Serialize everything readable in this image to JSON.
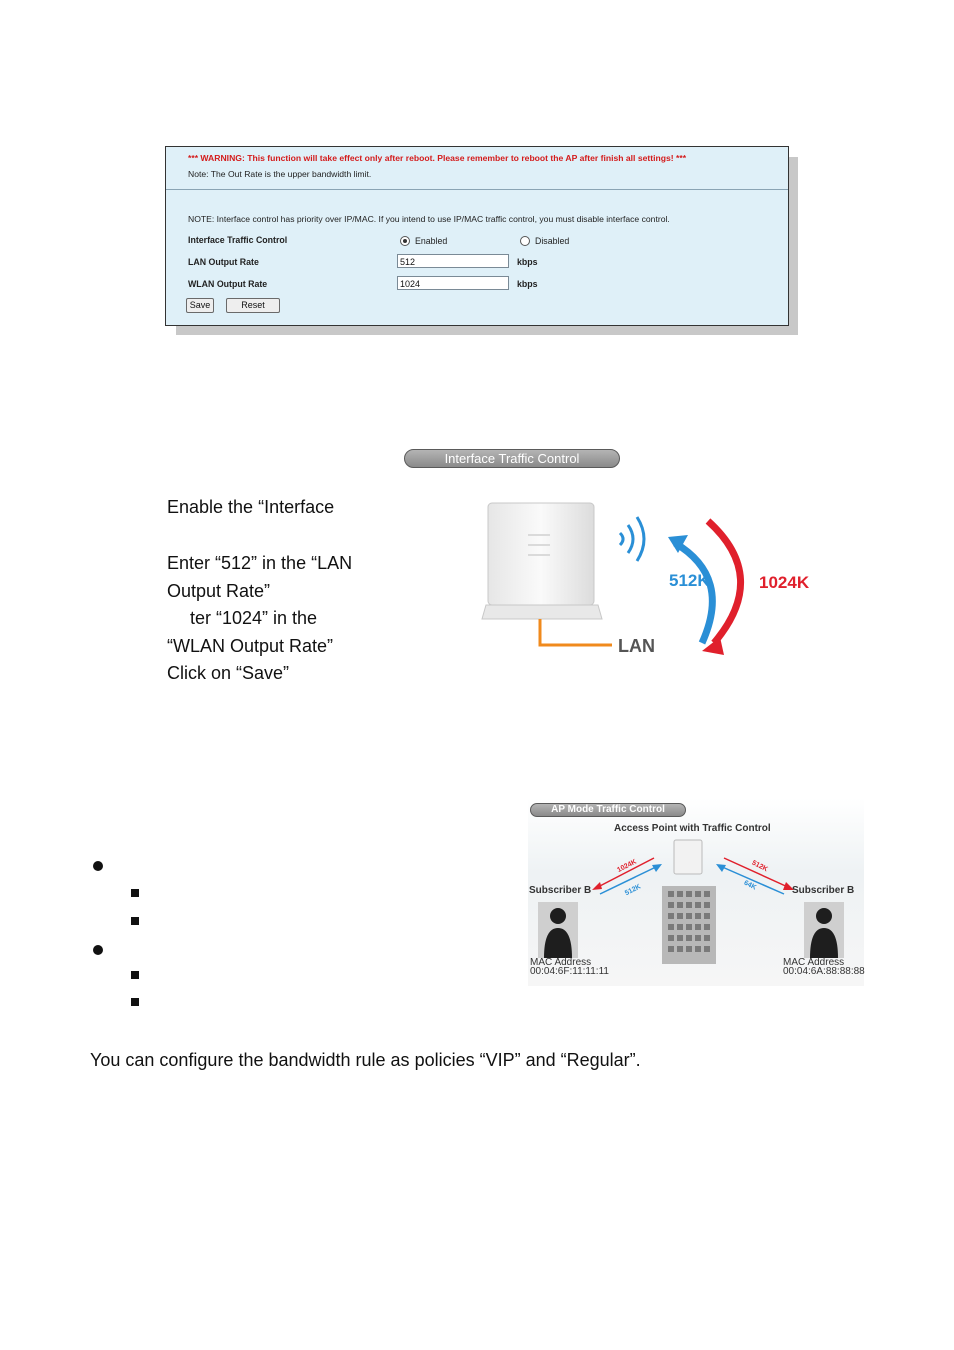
{
  "config_panel": {
    "warning": "*** WARNING: This function will take effect only after reboot. Please remember to reboot the AP after finish all settings! ***",
    "note_out_rate": "Note: The Out Rate is the upper bandwidth limit.",
    "note_priority": "NOTE: Interface control has priority over IP/MAC. If you intend to use IP/MAC traffic control, you must disable interface control.",
    "interface_traffic_control_label": "Interface Traffic Control",
    "enabled_label": "Enabled",
    "disabled_label": "Disabled",
    "lan_output_rate_label": "LAN Output Rate",
    "lan_output_rate_value": "512",
    "wlan_output_rate_label": "WLAN Output Rate",
    "wlan_output_rate_value": "1024",
    "unit": "kbps",
    "save_label": "Save",
    "reset_label": "Reset"
  },
  "interface_figure": {
    "header": "Interface Traffic Control",
    "rate_lan": "512K",
    "rate_wlan": "1024K",
    "lan_label": "LAN",
    "colors": {
      "blue": "#2a8fd6",
      "red": "#e0202c",
      "orange": "#f08a1c"
    }
  },
  "steps": {
    "line1": "Enable the “Interface",
    "line2": "Enter “512” in the “LAN",
    "line3": "Output Rate”",
    "line4": "ter “1024” in the",
    "line5": "“WLAN Output Rate”",
    "line6": "Click on “Save”"
  },
  "ap_figure": {
    "header": "AP Mode Traffic Control",
    "title": "Access Point with Traffic Control",
    "subscriber_left": "Subscriber B",
    "subscriber_right": "Subscriber B",
    "mac_label_left": "MAC Address",
    "mac_left": "00:04:6F:11:11:11",
    "mac_label_right": "MAC Address",
    "mac_right": "00:04:6A:88:88:88",
    "left_red_rate": "1024K",
    "left_blue_rate": "512K",
    "right_red_rate": "512K",
    "right_blue_rate": "64K"
  },
  "footer_text": "You can configure the bandwidth rule as policies “VIP” and “Regular”."
}
